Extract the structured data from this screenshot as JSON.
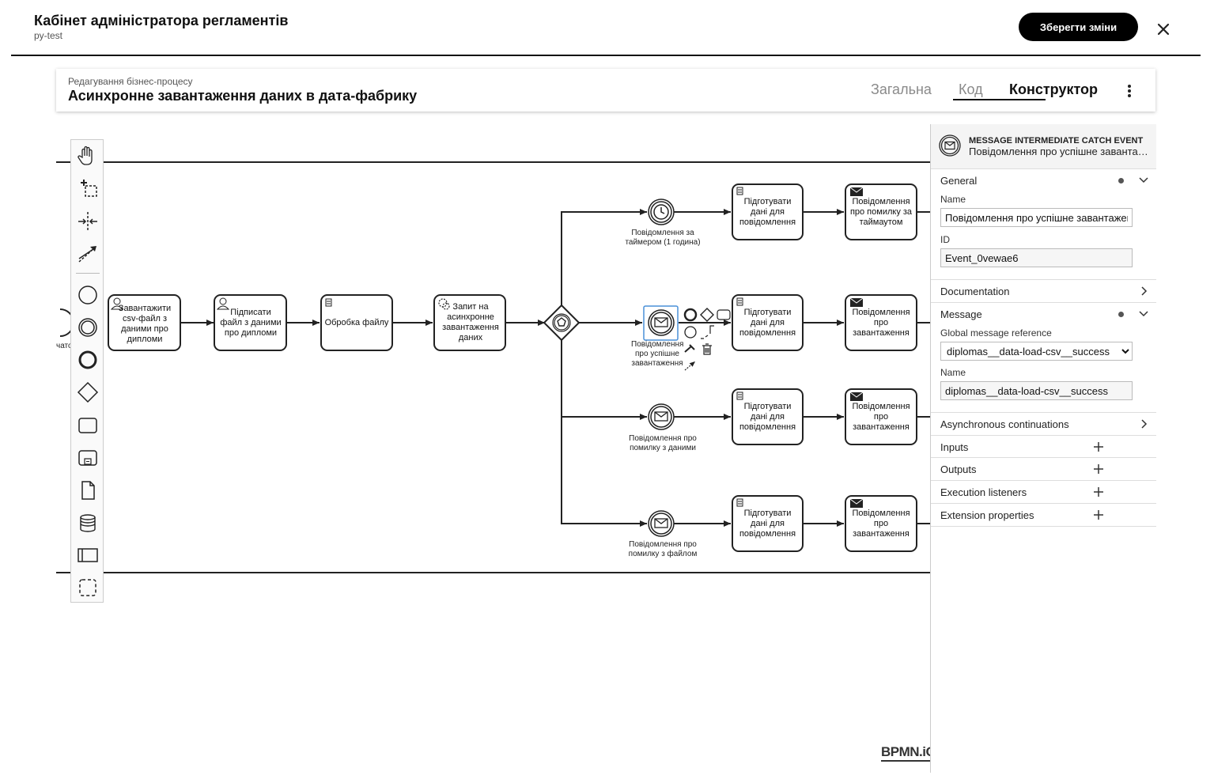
{
  "header": {
    "title": "Кабінет адміністратора регламентів",
    "subtitle": "py-test",
    "save_label": "Зберегти зміни"
  },
  "card": {
    "breadcrumb": "Редагування бізнес-процесу",
    "title": "Асинхронне завантаження даних в дата-фабрику",
    "tabs": [
      {
        "label": "Загальна",
        "active": false
      },
      {
        "label": "Код",
        "active": false
      },
      {
        "label": "Конструктор",
        "active": true
      }
    ]
  },
  "palette": {
    "tools": [
      "hand-tool-icon",
      "lasso-tool-icon",
      "space-tool-icon",
      "global-connect-icon",
      "start-event-icon",
      "intermediate-event-icon",
      "end-event-icon",
      "gateway-icon",
      "task-icon",
      "subprocess-icon",
      "data-object-icon",
      "data-store-icon",
      "participant-icon",
      "group-icon"
    ]
  },
  "diagram": {
    "start_label": "чато",
    "tasks": {
      "upload": "Завантажити csv-файл з даними про дипломи",
      "sign": "Підписати файл з даними про дипломи",
      "process": "Обробка файлу",
      "request": "Запит на асинхронне завантаження даних",
      "prep1": "Підготувати дані для повідомлення",
      "prep2": "Підготувати дані для повідомлення",
      "prep3": "Підготувати дані для повідомлення",
      "prep4": "Підготувати дані для повідомлення",
      "notify_timeout": "Повідомлення про помилку за таймаутом",
      "notify2": "Повідомлення про завантаження",
      "notify3": "Повідомлення про завантаження",
      "notify4": "Повідомлення про завантаження"
    },
    "events": {
      "timer": "Повідомлення за таймером (1 година)",
      "success": "Повідомлення про успішне завантаження",
      "error_data": "Повідомлення про помилку з даними",
      "error_file": "Повідомлення про помилку з файлом"
    },
    "watermark": "BPMN.iO"
  },
  "props": {
    "type": "MESSAGE INTERMEDIATE CATCH EVENT",
    "name_header": "Повідомлення про успішне завантаження",
    "sections": {
      "general": "General",
      "documentation": "Documentation",
      "message": "Message",
      "async": "Asynchronous continuations",
      "inputs": "Inputs",
      "outputs": "Outputs",
      "exec_listeners": "Execution listeners",
      "ext_props": "Extension properties"
    },
    "name_label": "Name",
    "name_value": "Повідомлення про успішне завантаження",
    "id_label": "ID",
    "id_value": "Event_0vewae6",
    "msg_ref_label": "Global message reference",
    "msg_ref_value": "diplomas__data-load-csv__success",
    "msg_name_label": "Name",
    "msg_name_value": "diplomas__data-load-csv__success"
  }
}
